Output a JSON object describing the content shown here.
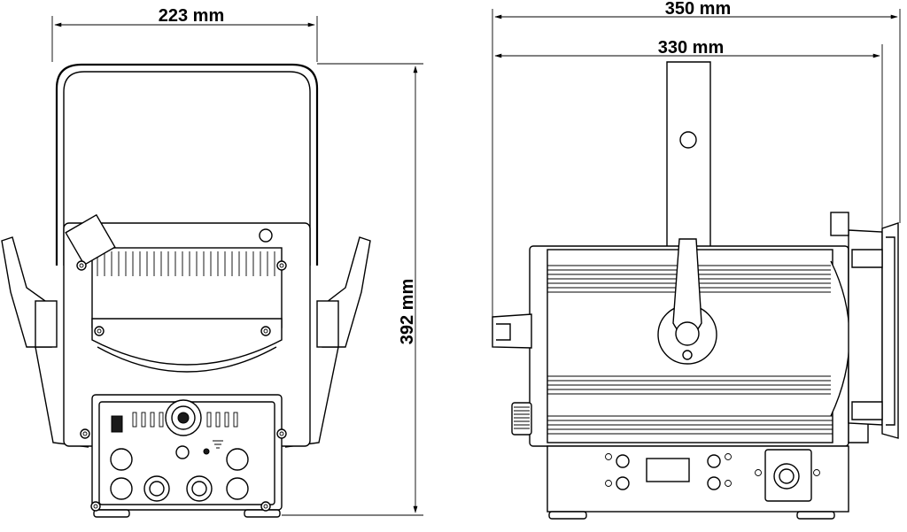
{
  "dimensions": {
    "front_width": "223 mm",
    "height": "392 mm",
    "side_length_with_barndoor": "350 mm",
    "side_length_no_barndoor": "330 mm"
  }
}
